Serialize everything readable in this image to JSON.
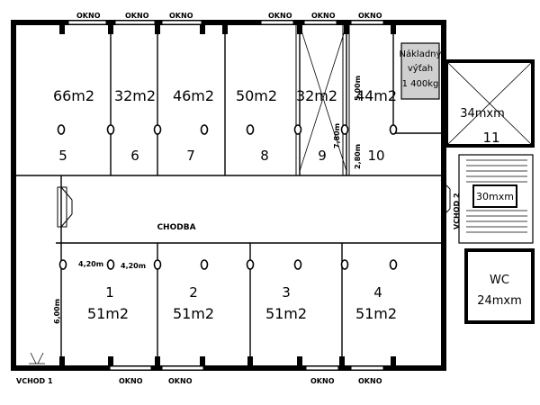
{
  "windows": {
    "label": "OKNO"
  },
  "rooms": [
    {
      "id": "r5",
      "area": "66m2",
      "number": "5"
    },
    {
      "id": "r6",
      "area": "32m2",
      "number": "6"
    },
    {
      "id": "r7",
      "area": "46m2",
      "number": "7"
    },
    {
      "id": "r8",
      "area": "50m2",
      "number": "8"
    },
    {
      "id": "r9",
      "area": "32m2",
      "number": "9"
    },
    {
      "id": "r10",
      "area": "44m2",
      "number": "10"
    },
    {
      "id": "r11",
      "area": "34mxm",
      "number": "11"
    },
    {
      "id": "r1",
      "area": "51m2",
      "number": "1"
    },
    {
      "id": "r2",
      "area": "51m2",
      "number": "2"
    },
    {
      "id": "r3",
      "area": "51m2",
      "number": "3"
    },
    {
      "id": "r4",
      "area": "51m2",
      "number": "4"
    }
  ],
  "corridor": {
    "label": "CHODBA"
  },
  "lift": {
    "line1": "Nákladný",
    "line2": "výťah",
    "line3": "1 400kg"
  },
  "stairs": {
    "label": "30mxm"
  },
  "wc": {
    "label": "WC",
    "area": "24mxm"
  },
  "entrances": {
    "main": "VCHOD 1",
    "side": "VCHOD 2"
  },
  "dimensions": {
    "d_5_00": "5,00m",
    "d_7_80": "7,80m",
    "d_2_80": "2,80m",
    "d_4_20a": "4,20m",
    "d_4_20b": "4,20m",
    "d_6_00": "6,00m"
  }
}
